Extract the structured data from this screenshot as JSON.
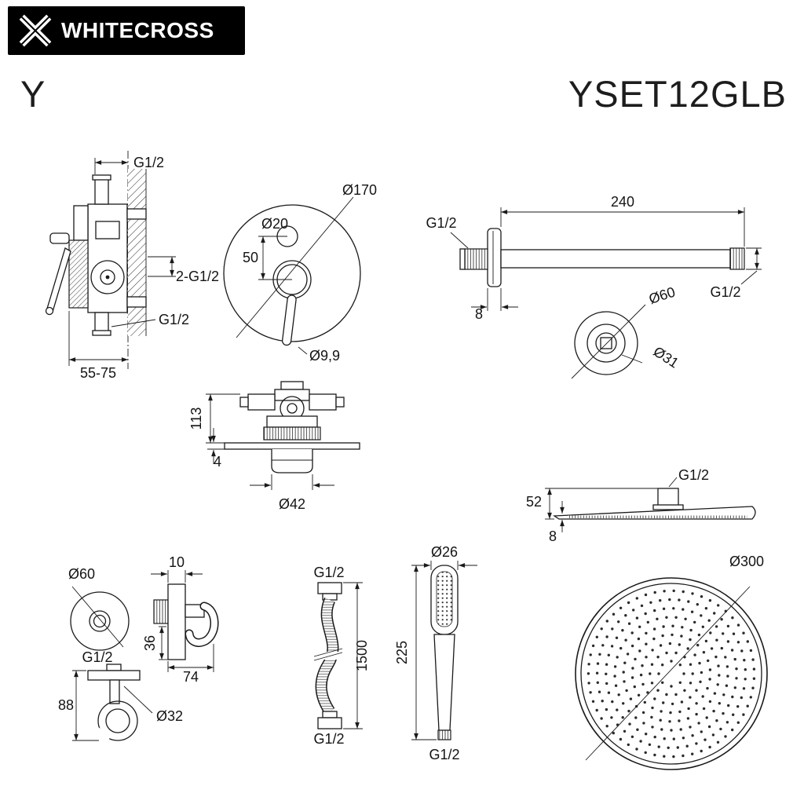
{
  "header": {
    "brand": "WHITECROSS"
  },
  "title": {
    "series": "Y",
    "model": "YSET12GLB"
  },
  "labels": {
    "mixer_side": {
      "top_thread": "G1/2",
      "ports": "2-G1/2",
      "bottom_thread": "G1/2",
      "mount_depth": "55-75"
    },
    "mixer_front": {
      "plate_dia": "Ø170",
      "button_dia": "Ø20",
      "button_offset": "50",
      "lever_dia": "Ø9,9"
    },
    "arm": {
      "length": "240",
      "wall_thread": "G1/2",
      "flange_thickness": "8",
      "end_thread": "G1/2",
      "flange_dia": "Ø60",
      "escutcheon_dia": "Ø31"
    },
    "valve": {
      "depth": "113",
      "plate_thickness": "4",
      "sleeve_dia": "Ø42"
    },
    "overhead_side": {
      "thread": "G1/2",
      "height": "52",
      "edge_thickness": "8"
    },
    "outlet": {
      "escutcheon_dia": "Ø60",
      "thread": "G1/2",
      "plate_thickness": "10",
      "holder_height": "36",
      "holder_depth": "74",
      "outlet_height": "88",
      "stem_dia": "Ø32"
    },
    "hose": {
      "top_thread": "G1/2",
      "length": "1500",
      "bottom_thread": "G1/2"
    },
    "handshower": {
      "head_dia": "Ø26",
      "length": "225",
      "thread": "G1/2"
    },
    "overhead_top": {
      "dia": "Ø300"
    }
  },
  "colors": {
    "header_bg": "#000000",
    "header_fg": "#ffffff",
    "line": "#1a1a1a",
    "page_bg": "#ffffff"
  }
}
